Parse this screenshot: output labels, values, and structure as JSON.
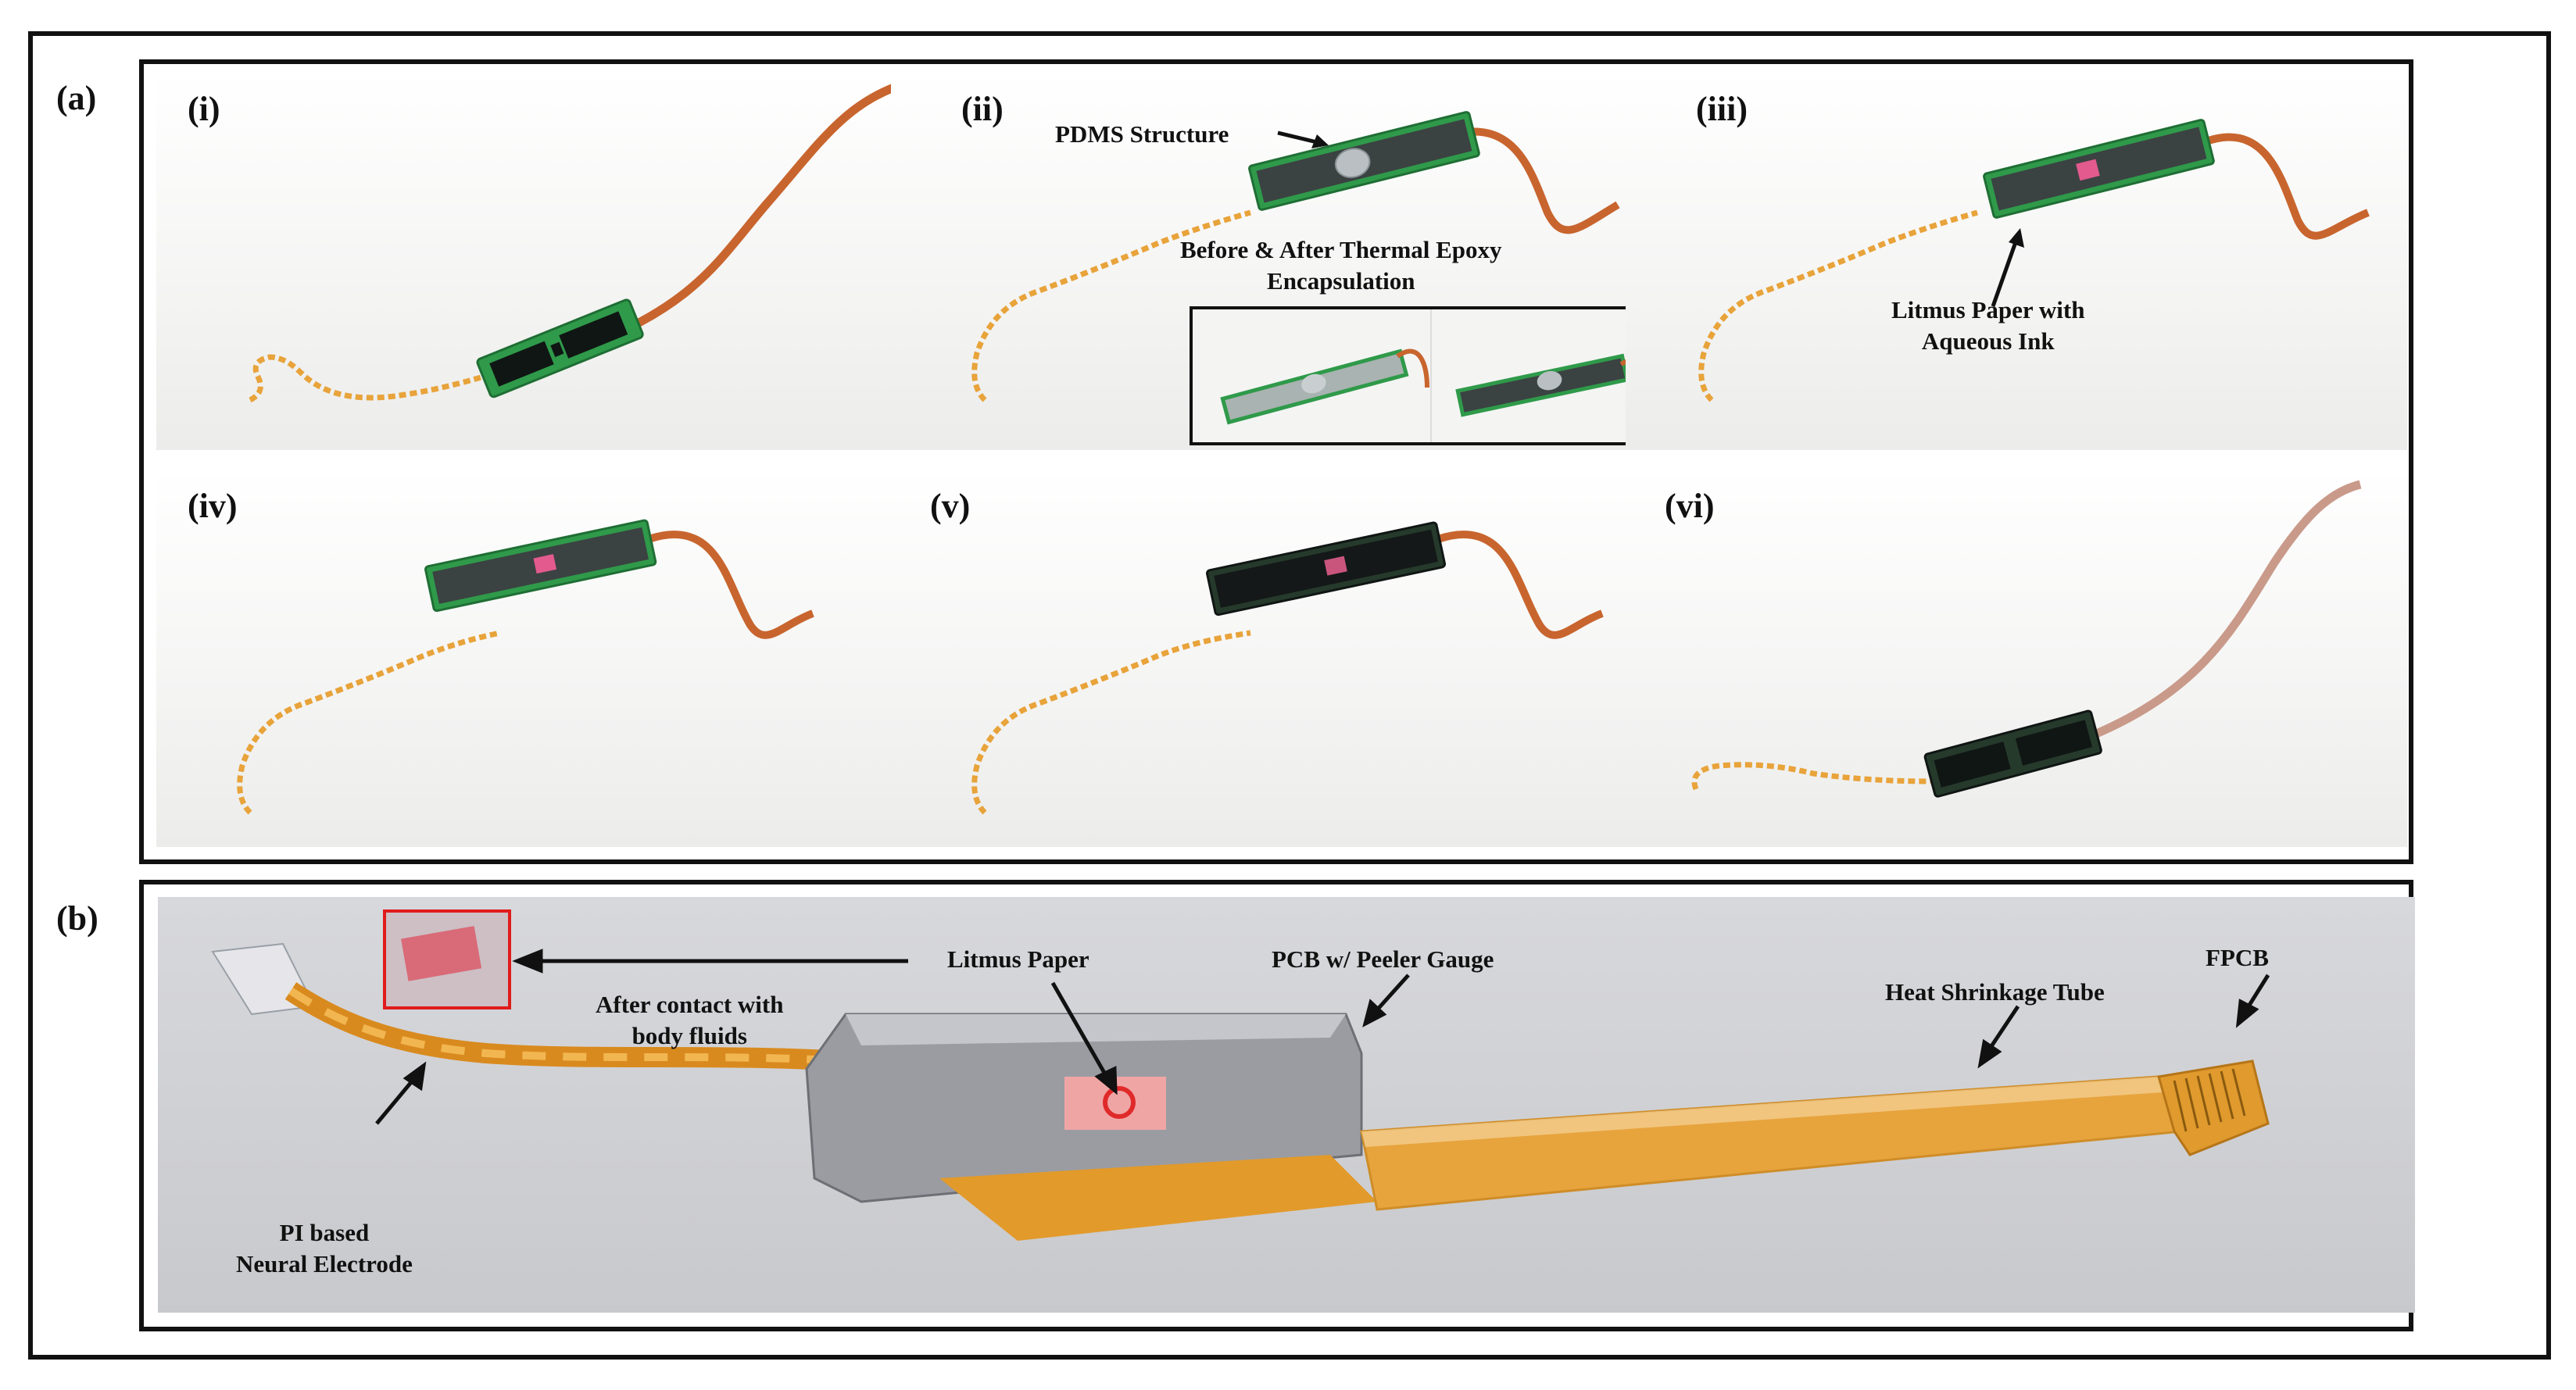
{
  "figure": {
    "panel_a_label": "(a)",
    "panel_b_label": "(b)",
    "sub_panels": [
      {
        "label": "(i)"
      },
      {
        "label": "(ii)"
      },
      {
        "label": "(iii)"
      },
      {
        "label": "(iv)"
      },
      {
        "label": "(v)"
      },
      {
        "label": "(vi)"
      }
    ],
    "annotations_a": {
      "pdms": "PDMS Structure",
      "epoxy_line1": "Before & After Thermal Epoxy",
      "epoxy_line2": "Encapsulation",
      "litmus_line1": "Litmus Paper with",
      "litmus_line2": "Aqueous Ink"
    },
    "annotations_b": {
      "after_contact_line1": "After contact with",
      "after_contact_line2": "body fluids",
      "litmus_paper": "Litmus Paper",
      "pcb": "PCB w/ Peeler Gauge",
      "heat_shrink": "Heat Shrinkage Tube",
      "fpcb": "FPCB",
      "pi_line1": "PI based",
      "pi_line2": "Neural Electrode"
    },
    "colors": {
      "cable": "#c8652e",
      "pcb_green": "#2f9a4a",
      "board_dark": "#3b4242",
      "litmus_pink": "#e25a8e",
      "polyimide": "#e8a33a"
    }
  }
}
